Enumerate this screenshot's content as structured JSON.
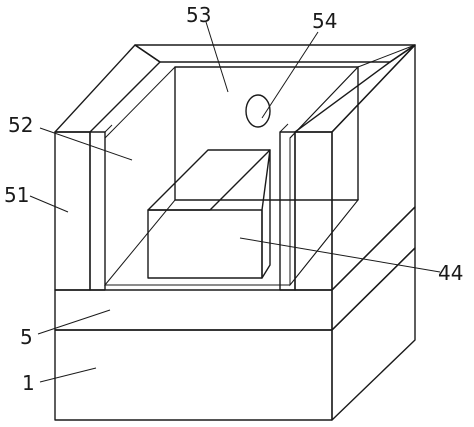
{
  "figure": {
    "labels": {
      "l53": "53",
      "l54": "54",
      "l52": "52",
      "l51": "51",
      "l44": "44",
      "l5": "5",
      "l1": "1"
    }
  }
}
